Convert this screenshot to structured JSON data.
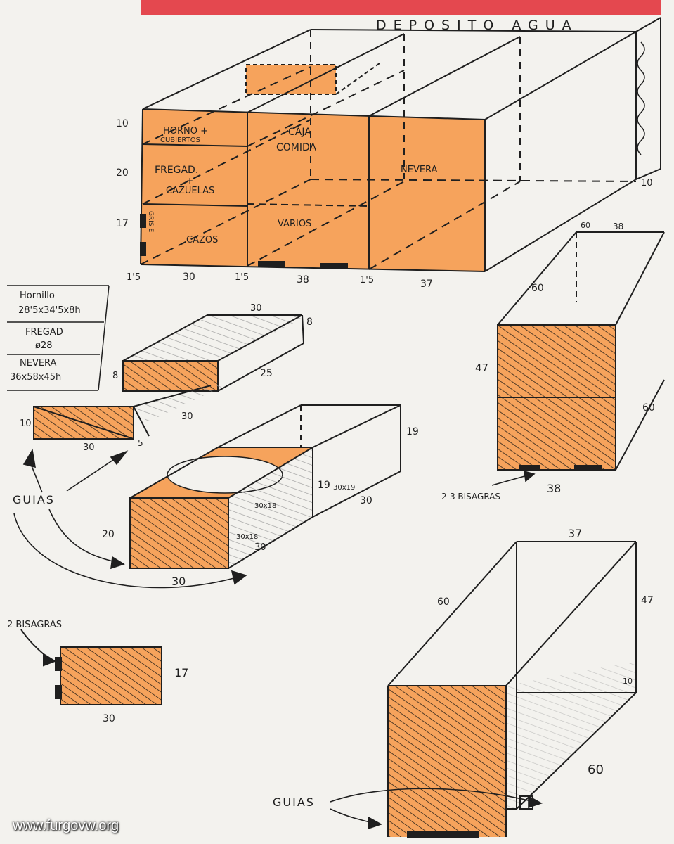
{
  "colors": {
    "paper": "#f3f2ee",
    "orange": "#f6a35c",
    "ink": "#1f1f1f",
    "strip": "#e4484f"
  },
  "top": {
    "title": "DEPOSITO AGUA",
    "left_dims": [
      "10",
      "20",
      "17"
    ],
    "compartments": [
      [
        "HORNO +",
        "CUBIERTOS"
      ],
      [
        "FREGAD.",
        "+",
        "CAZUELAS"
      ],
      [
        "CAZOS"
      ],
      [
        "CAJA",
        "COMIDA"
      ],
      [
        "VARIOS"
      ],
      [
        "NEVERA"
      ]
    ],
    "side_label": "GRIS E",
    "bottom_dims": [
      "1'5",
      "30",
      "1'5",
      "38",
      "1'5",
      "37"
    ],
    "right_dim": "10"
  },
  "table": {
    "rows": [
      [
        "Hornillo",
        "28'5x34'5x8h"
      ],
      [
        "FREGAD",
        "ø28"
      ],
      [
        "NEVERA",
        "36x58x45h"
      ]
    ]
  },
  "drawer_a": {
    "dims": [
      "30",
      "8",
      "8",
      "25"
    ]
  },
  "drawer_b": {
    "dims": [
      "10",
      "30",
      "30",
      "5"
    ]
  },
  "sink": {
    "dims": [
      "19",
      "19",
      "30x19",
      "30",
      "30x18",
      "20",
      "30",
      "30",
      "30x18"
    ]
  },
  "guias_1": "GUIAS",
  "fridge": {
    "dims": [
      "60",
      "38",
      "60",
      "47",
      "60",
      "38"
    ],
    "hinge_label": "2-3 BISAGRAS"
  },
  "bisagras": {
    "label": "2 BISAGRAS",
    "dims": [
      "17",
      "30"
    ]
  },
  "bottom": {
    "dims": [
      "37",
      "60",
      "47",
      "10",
      "60"
    ],
    "guias": "GUIAS"
  },
  "watermark": "www.furgovw.org"
}
